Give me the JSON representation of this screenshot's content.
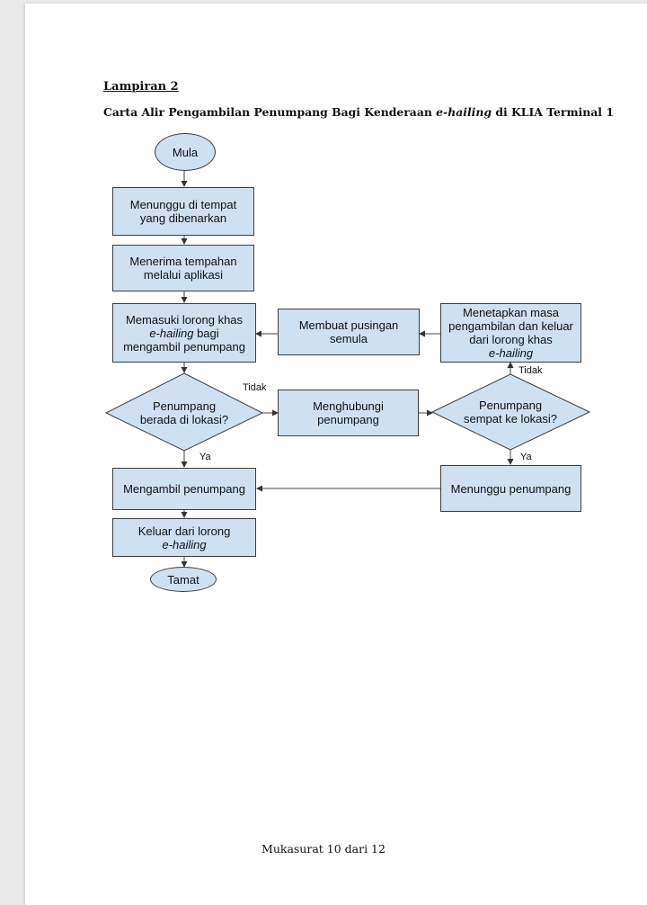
{
  "heading": "Lampiran 2",
  "title": {
    "before": "Carta Alir Pengambilan Penumpang Bagi Kenderaan ",
    "italic": "e-hailing",
    "after": " di KLIA Terminal 1"
  },
  "nodes": {
    "start": "Mula",
    "wait_place": "Menunggu di tempat yang dibenarkan",
    "receive_booking": "Menerima tempahan melalui aplikasi",
    "enter_lane": {
      "line1": "Memasuki lorong khas",
      "italic": "e-hailing",
      "rest": " bagi",
      "line3": "mengambil penumpang"
    },
    "turn_back": "Membuat pusingan semula",
    "set_time": {
      "text": "Menetapkan masa pengambilan dan keluar dari lorong khas",
      "italic": "e-hailing"
    },
    "decision_location": "Penumpang berada di lokasi?",
    "contact": "Menghubungi penumpang",
    "decision_arrived": "Penumpang sempat ke lokasi?",
    "pickup": "Mengambil penumpang",
    "wait_passenger": "Menunggu penumpang",
    "exit_lane": {
      "text": "Keluar dari lorong",
      "italic": "e-hailing"
    },
    "end": "Tamat"
  },
  "labels": {
    "no1": "Tidak",
    "no2": "Tidak",
    "yes1": "Ya",
    "yes2": "Ya"
  },
  "footer": "Mukasurat 10 dari 12"
}
